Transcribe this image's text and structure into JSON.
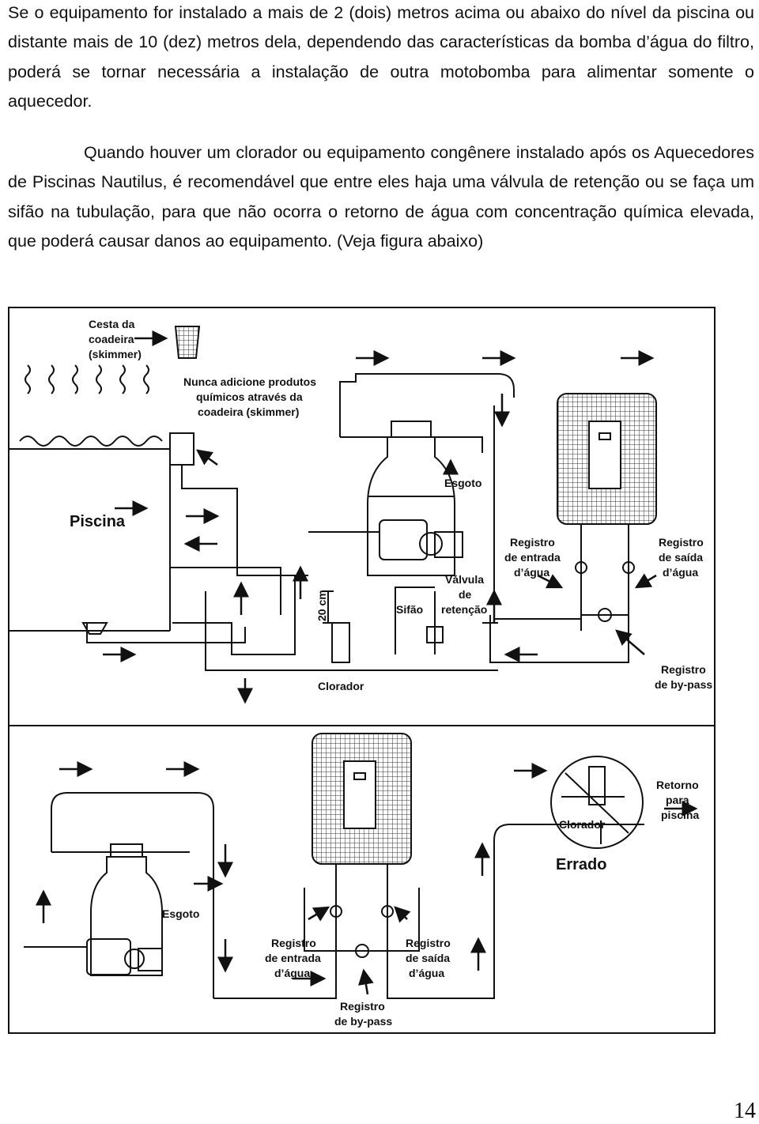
{
  "paragraphs": {
    "p1": "Se o equipamento for instalado a mais de 2 (dois) metros acima ou abaixo do nível da piscina ou distante mais de 10 (dez) metros dela, dependendo das características da bomba d’água do filtro, poderá se tornar necessária a instalação de outra motobomba para alimentar somente o aquecedor.",
    "p2": "Quando houver um clorador ou equipamento congênere instalado após os Aquecedores de Piscinas Nautilus, é recomendável que entre eles haja uma válvula de retenção ou se faça um sifão na tubulação, para que não ocorra o retorno de água com concentração química elevada, que poderá causar danos ao equipamento. (Veja figura abaixo)"
  },
  "figure": {
    "top": {
      "skimmer_l1": "Cesta da",
      "skimmer_l2": "coadeira",
      "skimmer_l3": "(skimmer)",
      "warn_l1": "Nunca adicione produtos",
      "warn_l2": "químicos através da",
      "warn_l3": "coadeira (skimmer)",
      "pool": "Piscina",
      "esgoto": "Esgoto",
      "entrada_l1": "Registro",
      "entrada_l2": "de entrada",
      "entrada_l3": "d’água",
      "saida_l1": "Registro",
      "saida_l2": "de saída",
      "saida_l3": "d’água",
      "valvula_l1": "Válvula",
      "valvula_l2": "de",
      "valvula_l3": "retenção",
      "sifao": "Sifão",
      "height": "20 cm",
      "clorador": "Clorador",
      "bypass_l1": "Registro",
      "bypass_l2": "de by-pass"
    },
    "bottom": {
      "esgoto": "Esgoto",
      "entrada_l1": "Registro",
      "entrada_l2": "de entrada",
      "entrada_l3": "d’água",
      "saida_l1": "Registro",
      "saida_l2": "de saída",
      "saida_l3": "d’água",
      "bypass_l1": "Registro",
      "bypass_l2": "de by-pass",
      "clorador": "Clorador",
      "errado": "Errado",
      "retorno_l1": "Retorno",
      "retorno_l2": "para",
      "retorno_l3": "piscina"
    }
  },
  "page_number": "14"
}
